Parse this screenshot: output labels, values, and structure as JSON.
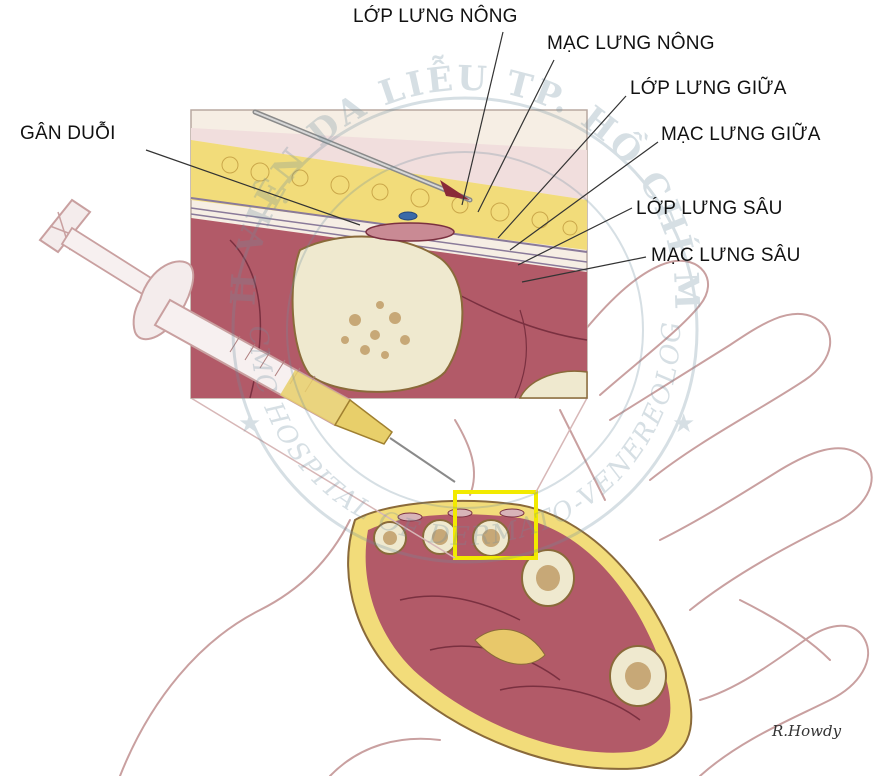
{
  "labels": {
    "superficial_layer": "LỚP LƯNG NÔNG",
    "superficial_fascia": "MẠC LƯNG NÔNG",
    "middle_layer": "LỚP LƯNG GIỮA",
    "middle_fascia": "MẠC LƯNG GIỮA",
    "extensor_tendon": "GÂN DUỖI",
    "deep_layer": "LỚP LƯNG SÂU",
    "deep_fascia": "MẠC LƯNG SÂU"
  },
  "signature": "R.Howdy",
  "watermark": {
    "top_text": "BỆNH VIỆN DA LIỄU TP. HỒ CHÍ MINH",
    "bottom_text": "HCMC HOSPITAL OF DERMATO-VENEREOLOGY"
  },
  "colors": {
    "label_text": "#111111",
    "leader_line": "#333333",
    "highlight_box": "#f2ea00",
    "skin_outline": "#c9a0a0",
    "muscle": "#b25a68",
    "fat": "#f2dc7a",
    "bone": "#efe9cf",
    "watermark": "#6f8f9f"
  }
}
